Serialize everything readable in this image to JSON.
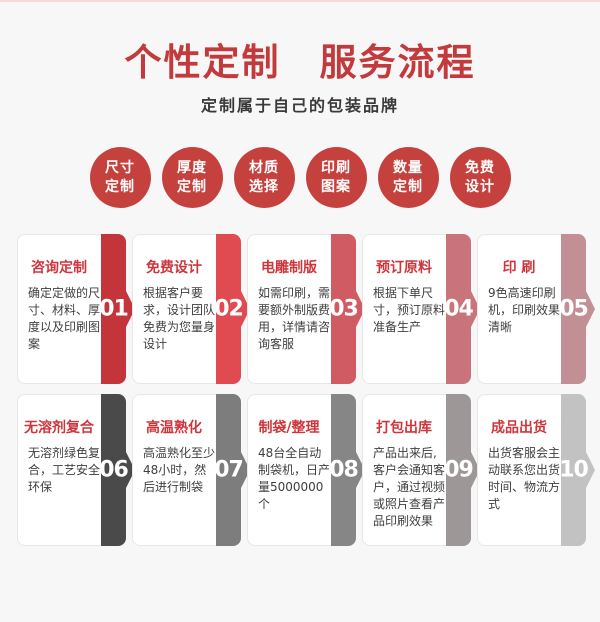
{
  "header": {
    "title": "个性定制　服务流程",
    "subtitle": "定制属于自己的包装品牌"
  },
  "colors": {
    "background": "#f7f7f7",
    "top_border": "#f5d9db",
    "title_red": "#c33a3d",
    "subtitle_text": "#3a3a3a",
    "badge_red": "#c5413e",
    "card_title_red": "#ce363c",
    "body_text": "#3f3f3f",
    "number_text": "#ffffff"
  },
  "badges": [
    {
      "lines": [
        "尺寸",
        "定制"
      ]
    },
    {
      "lines": [
        "厚度",
        "定制"
      ]
    },
    {
      "lines": [
        "材质",
        "选择"
      ]
    },
    {
      "lines": [
        "印刷",
        "图案"
      ]
    },
    {
      "lines": [
        "数量",
        "定制"
      ]
    },
    {
      "lines": [
        "免费",
        "设计"
      ]
    }
  ],
  "steps": [
    {
      "number": "01",
      "title": "咨询定制",
      "desc": "确定定做的尺寸、材料、厚度以及印刷图案",
      "accent": "#c3353b"
    },
    {
      "number": "02",
      "title": "免费设计",
      "desc": "根据客户要求，设计团队免费为您量身设计",
      "accent": "#e04b52"
    },
    {
      "number": "03",
      "title": "电雕制版",
      "desc": "如需印刷，需要额外制版费用，详情请咨询客服",
      "accent": "#d05b63"
    },
    {
      "number": "04",
      "title": "预订原料",
      "desc": "根据下单尺寸，预订原料准备生产",
      "accent": "#c9737a"
    },
    {
      "number": "05",
      "title": "印 刷",
      "desc": "9色高速印刷机，印刷效果清晰",
      "accent": "#c29094"
    },
    {
      "number": "06",
      "title": "无溶剂复合",
      "desc": "无溶剂绿色复合，工艺安全环保",
      "accent": "#4a4a4a"
    },
    {
      "number": "07",
      "title": "高温熟化",
      "desc": "高温熟化至少48小时，然后进行制袋",
      "accent": "#7d7d7d"
    },
    {
      "number": "08",
      "title": "制袋/整理",
      "desc": "48台全自动制袋机，日产量5000000个",
      "accent": "#868686"
    },
    {
      "number": "09",
      "title": "打包出库",
      "desc": "产品出来后,客户会通知客户，通过视频或照片查看产品印刷效果",
      "accent": "#9d9797"
    },
    {
      "number": "10",
      "title": "成品出货",
      "desc": "出货客服会主动联系您出货时间、物流方式",
      "accent": "#c2c2c2"
    }
  ]
}
